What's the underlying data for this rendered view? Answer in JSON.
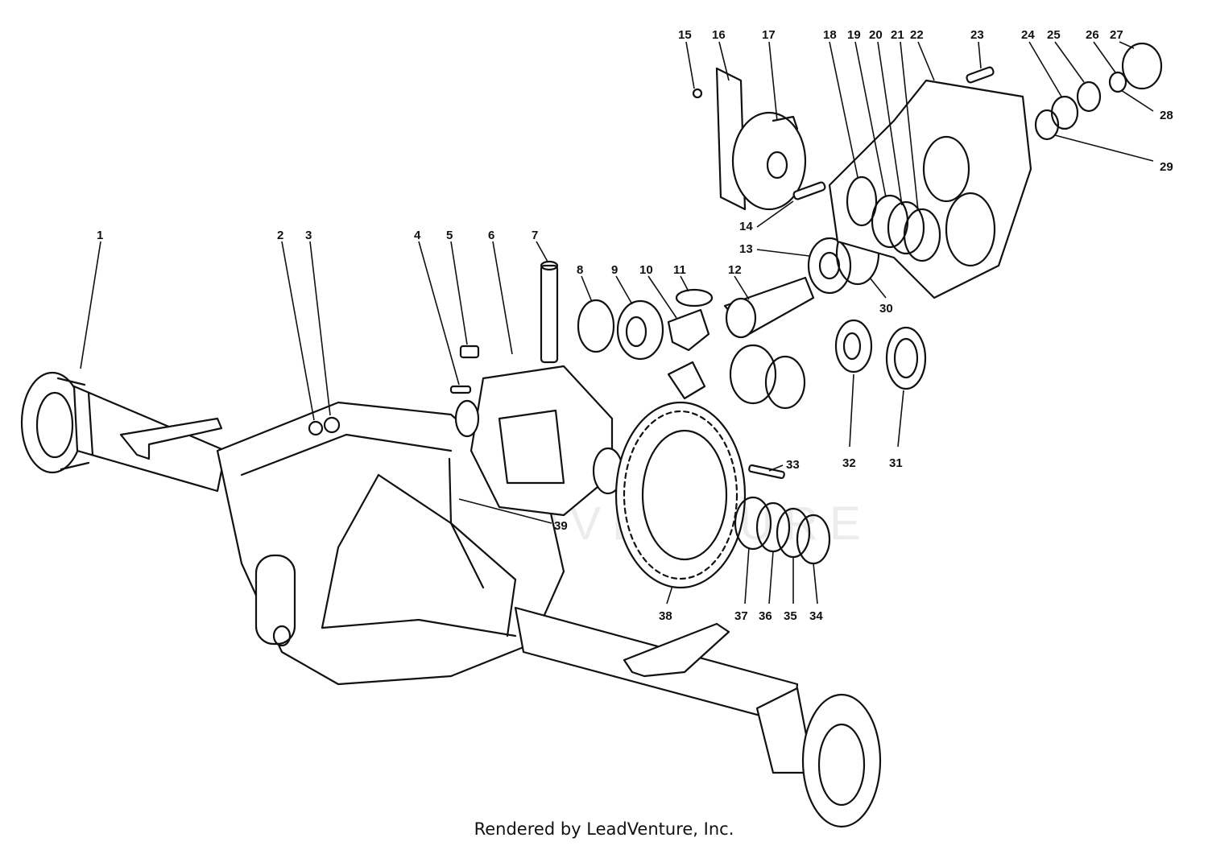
{
  "watermark": "LEADVENTURE",
  "footer": {
    "credit": "Rendered by LeadVenture, Inc."
  },
  "callouts": [
    "1",
    "2",
    "3",
    "4",
    "5",
    "6",
    "7",
    "8",
    "9",
    "10",
    "11",
    "12",
    "13",
    "14",
    "15",
    "16",
    "17",
    "18",
    "19",
    "20",
    "21",
    "22",
    "23",
    "24",
    "25",
    "26",
    "27",
    "28",
    "29",
    "30",
    "31",
    "32",
    "33",
    "34",
    "35",
    "36",
    "37",
    "38",
    "39"
  ]
}
